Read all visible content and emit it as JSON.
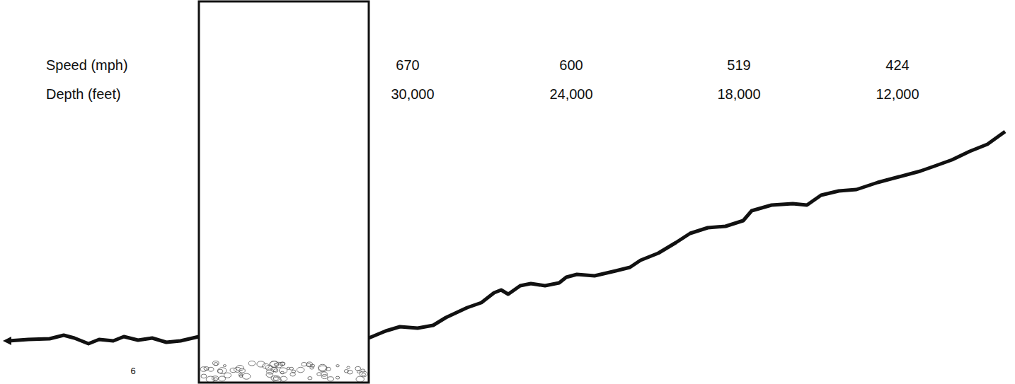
{
  "diagram": {
    "labels": [
      "Speed (mph)",
      "670",
      "600",
      "519",
      "424",
      "Depth (feet)",
      "30,000",
      "24,000",
      "18,000",
      "12,000",
      "6"
    ]
  }
}
